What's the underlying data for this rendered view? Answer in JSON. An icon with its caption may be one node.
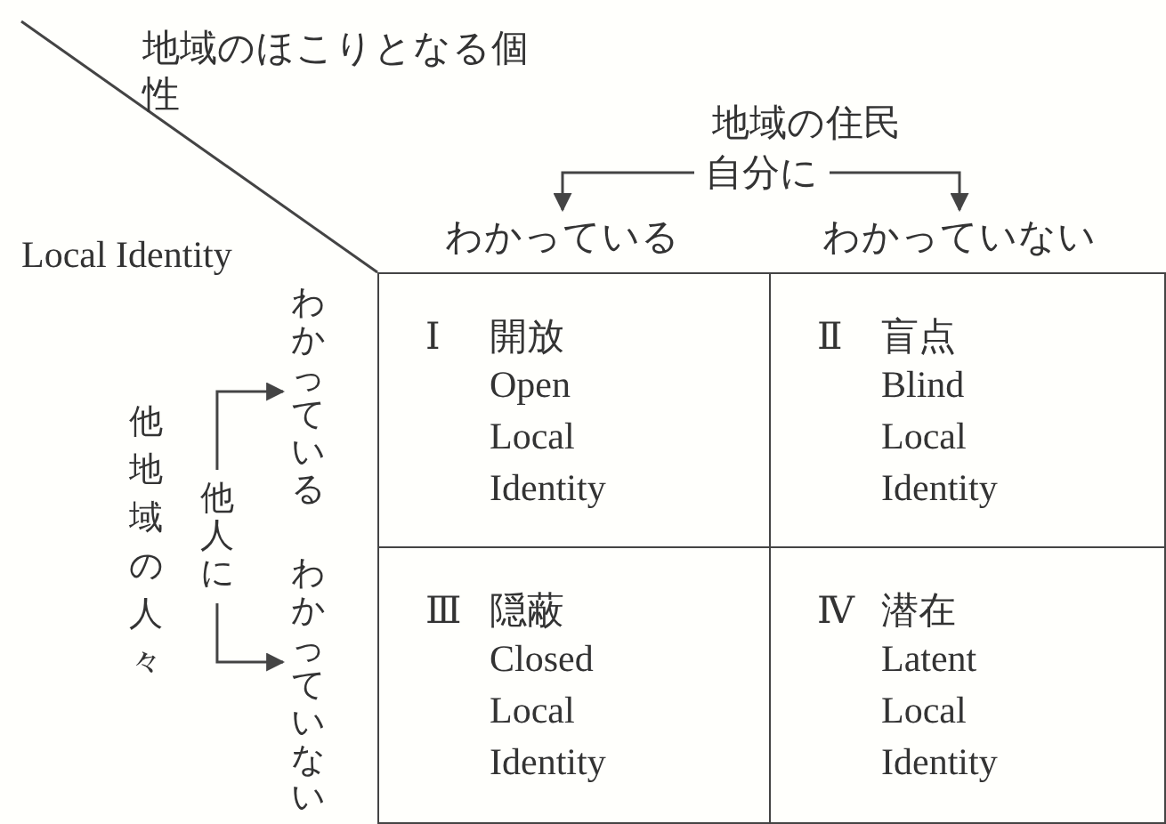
{
  "diagram": {
    "nodes": [
      {
        "text": [
          "自分に"
        ]
      },
      {
        "text": [
          "わかっている"
        ]
      },
      {
        "text": [
          "わかっていない"
        ]
      },
      {
        "text": [
          "他人に"
        ]
      },
      {
        "text": [
          "わかっている"
        ]
      },
      {
        "text": [
          "わかっていない"
        ]
      },
      {
        "text": [
          "Ⅰ",
          "開放",
          "Open Local Identity"
        ]
      },
      {
        "text": [
          "Ⅱ",
          "盲点",
          "Blind Local Identity"
        ]
      },
      {
        "text": [
          "Ⅲ",
          "隠蔽",
          "Closed Local Identity"
        ]
      },
      {
        "text": [
          "Ⅳ",
          "潜在",
          "Latent Local Identity"
        ]
      }
    ],
    "edges": [
      {
        "from": 0,
        "to": 1,
        "arrow": "to"
      },
      {
        "from": 0,
        "to": 2,
        "arrow": "to"
      },
      {
        "from": 3,
        "to": 4,
        "arrow": "to"
      },
      {
        "from": 3,
        "to": 5,
        "arrow": "to"
      }
    ],
    "labels": [
      "地域のほこりとなる個性",
      "地域の住民",
      "Local Identity",
      "他地域の人々"
    ]
  }
}
